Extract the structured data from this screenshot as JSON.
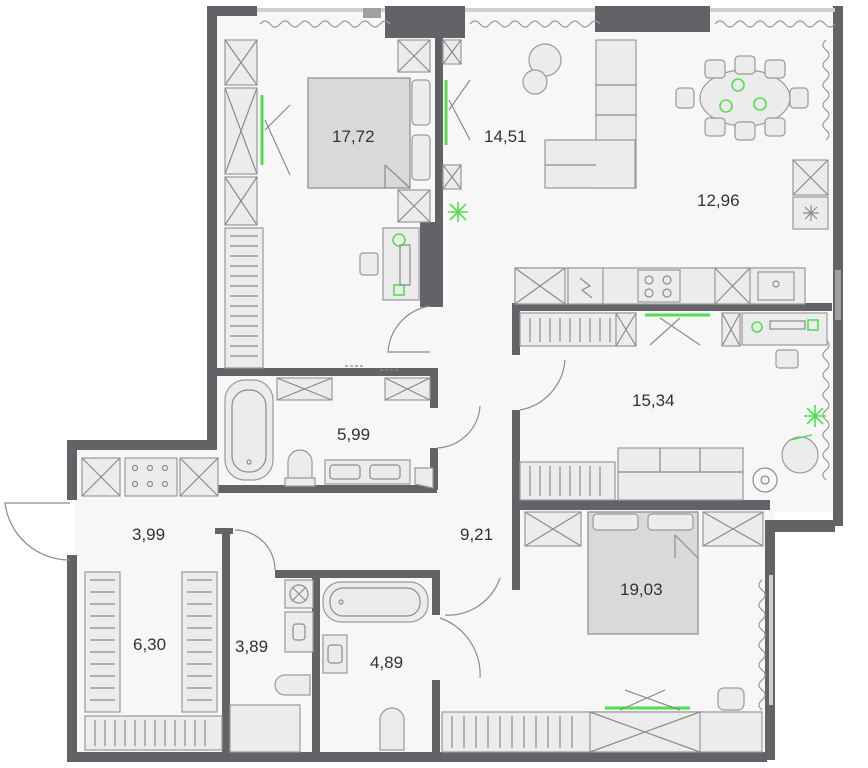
{
  "plan": {
    "colors": {
      "wall": "#626366",
      "floor": "#f7f7f7",
      "furniture_fill": "#ececec",
      "furniture_stroke": "#9a9a9a",
      "accent": "#52e052",
      "label": "#333333"
    },
    "rooms": [
      {
        "id": "bedroom-1",
        "area": "17,72"
      },
      {
        "id": "living-room",
        "area": "14,51"
      },
      {
        "id": "kitchen",
        "area": "12,96"
      },
      {
        "id": "bathroom-1",
        "area": "5,99"
      },
      {
        "id": "study",
        "area": "15,34"
      },
      {
        "id": "entrance-hall",
        "area": "3,99"
      },
      {
        "id": "corridor",
        "area": "9,21"
      },
      {
        "id": "bedroom-2",
        "area": "19,03"
      },
      {
        "id": "wardrobe",
        "area": "6,30"
      },
      {
        "id": "toilet",
        "area": "3,89"
      },
      {
        "id": "bathroom-2",
        "area": "4,89"
      }
    ]
  }
}
